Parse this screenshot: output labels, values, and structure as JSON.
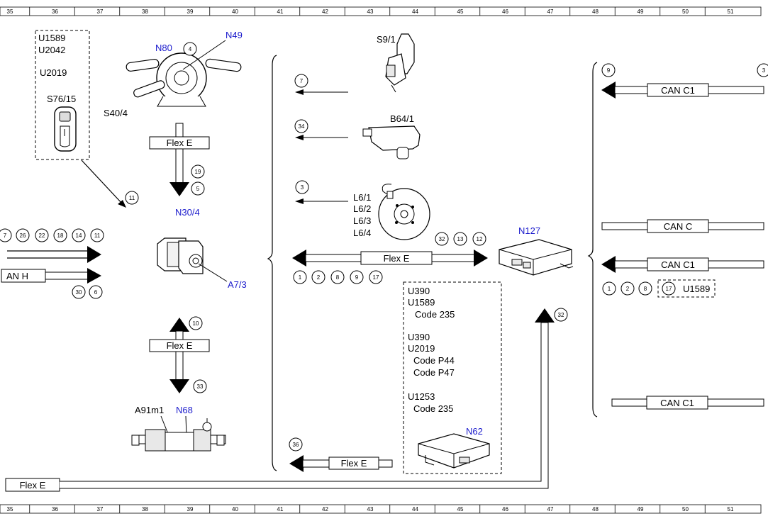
{
  "ruler": {
    "columns": [
      "35",
      "36",
      "37",
      "38",
      "39",
      "40",
      "41",
      "42",
      "43",
      "44",
      "45",
      "46",
      "47",
      "48",
      "49",
      "50",
      "51"
    ]
  },
  "colors": {
    "component_label": "#1a1acc",
    "line": "#000000",
    "background": "#ffffff"
  },
  "components": {
    "N80": "N80",
    "N49": "N49",
    "S40_4": "S40/4",
    "N30_4": "N30/4",
    "A7_3": "A7/3",
    "A91m1": "A91m1",
    "N68": "N68",
    "S9_1": "S9/1",
    "B64_1": "B64/1",
    "L6_1": "L6/1",
    "L6_2": "L6/2",
    "L6_3": "L6/3",
    "L6_4": "L6/4",
    "N127": "N127",
    "N62": "N62",
    "S76_15": "S76/15"
  },
  "code_box_left": {
    "lines": [
      "U1589",
      "U2042",
      "U2019"
    ]
  },
  "code_box_center": {
    "lines": [
      "U390",
      "U1589",
      "Code 235",
      "U390",
      "U2019",
      "Code P44",
      "Code P47",
      "U1253",
      "Code 235"
    ]
  },
  "bus_labels": {
    "flex_e": "Flex E",
    "can_c1": "CAN C1",
    "can_c": "CAN C",
    "can_h_partial": "AN H"
  },
  "right_code": "U1589",
  "callouts": {
    "steering_4": "4",
    "flex_down_19": "19",
    "flex_down_5": "5",
    "arrow_11": "11",
    "left_row_partial": "7",
    "left_row_26": "26",
    "left_row_22": "22",
    "left_row_18": "18",
    "left_row_14": "14",
    "left_row_11": "11",
    "canh_30": "30",
    "canh_6": "6",
    "flex_up_10": "10",
    "flex_down_33": "33",
    "s9_7": "7",
    "b64_34": "34",
    "l6_3": "3",
    "flexmid_32": "32",
    "flexmid_13": "13",
    "flexmid_12": "12",
    "flexmid_1": "1",
    "flexmid_2": "2",
    "flexmid_8": "8",
    "flexmid_9": "9",
    "flexmid_17": "17",
    "n127_32": "32",
    "bottom_36": "36",
    "right_9": "9",
    "right_3_partial": "3",
    "right_1": "1",
    "right_2": "2",
    "right_8": "8",
    "right_17": "17"
  }
}
